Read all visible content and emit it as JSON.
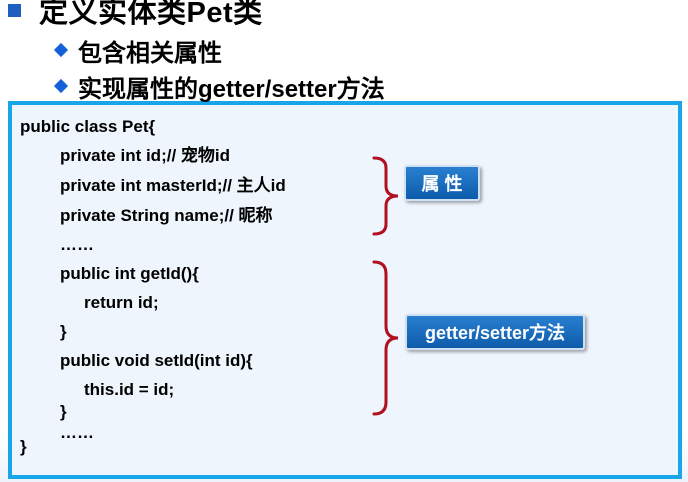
{
  "heading": {
    "title": "定义实体类Pet类"
  },
  "bullets": [
    {
      "text": "包含相关属性"
    },
    {
      "text": "实现属性的getter/setter方法"
    }
  ],
  "code": {
    "lines": [
      "public class Pet{",
      "private int id;// 宠物id",
      "private int masterId;// 主人id",
      "private String name;// 昵称",
      "……",
      "public int getId(){",
      "return id;",
      "}",
      "public void setId(int id){",
      "this.id = id;",
      "}",
      "……",
      "}"
    ]
  },
  "callouts": {
    "attributes": "属  性",
    "methods": "getter/setter方法"
  },
  "colors": {
    "heading_bullet": "#1f5fbf",
    "sub_bullet": "#1560d8",
    "box_border": "#18a6e8",
    "box_fill": "#eef5fc",
    "brace": "#b01020",
    "callout_fill": "#0d5cab"
  }
}
